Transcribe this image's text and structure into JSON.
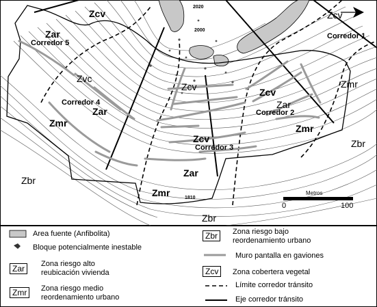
{
  "zones": {
    "zcv_top": "Zcv",
    "zcv_right": "Zcv",
    "zcv_mid": "Zcv",
    "zcv_c2": "Zcv",
    "zcv_c3": "Zcv",
    "zvc": "Zvc",
    "zar_c5": "Zar",
    "zar_c4": "Zar",
    "zar_c2": "Zar",
    "zar_bottom": "Zar",
    "zmr_left": "Zmr",
    "zmr_right_top": "Zmr",
    "zmr_c2": "Zmr",
    "zmr_bottom": "Zmr",
    "zbr_left": "Zbr",
    "zbr_right": "Zbr",
    "zbr_bottom": "Zbr"
  },
  "corridors": {
    "c1": "Corredor 1",
    "c2": "Corredor 2",
    "c3": "Corredor 3",
    "c4": "Corredor 4",
    "c5": "Corredor 5"
  },
  "elevations": {
    "e2020": "2020",
    "e2000": "2000",
    "e1810": "1810"
  },
  "scale": {
    "title": "Metros",
    "min": "0",
    "max": "100"
  },
  "legend": {
    "area_fuente": "Area fuente (Anfibolita)",
    "bloque": "Bloque potencialmente inestable",
    "zar_code": "Zar",
    "zar_line1": "Zona riesgo alto",
    "zar_line2": "reubicación vivienda",
    "zmr_code": "Zmr",
    "zmr_line1": "Zona riesgo medio",
    "zmr_line2": "reordenamiento urbano",
    "zbr_code": "Zbr",
    "zbr_line1": "Zona riesgo bajo",
    "zbr_line2": "reordenamiento urbano",
    "muro": "Muro pantalla en gaviones",
    "zcv_code": "Zcv",
    "zcv_text": "Zona cobertera vegetal",
    "limite": "Límite corredor tránsito",
    "eje": "Eje corredor tránsito"
  },
  "colors": {
    "source_area": "#c8c8c8",
    "wall": "#9a9a9a",
    "lines": "#000000"
  },
  "icons": {
    "north_arrow": "north-arrow-icon",
    "unstable_block": "unstable-block-icon"
  }
}
